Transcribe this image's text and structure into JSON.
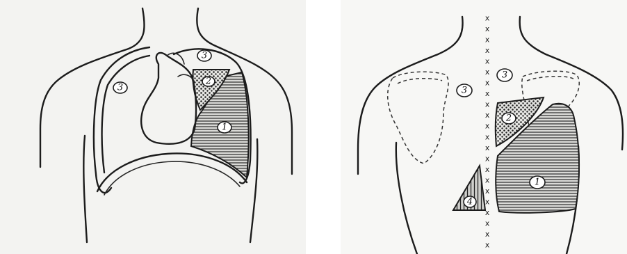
{
  "figure": {
    "left_panel": {
      "labels": [
        {
          "id": "left-lung-label",
          "text": "3"
        },
        {
          "id": "top-right-label",
          "text": "3"
        },
        {
          "id": "mid-label",
          "text": "2"
        },
        {
          "id": "lower-label",
          "text": "1"
        }
      ]
    },
    "right_panel": {
      "labels": [
        {
          "id": "scapula-left-label",
          "text": "3"
        },
        {
          "id": "upper-right-label",
          "text": "3"
        },
        {
          "id": "mid-label",
          "text": "2"
        },
        {
          "id": "lower-large-label",
          "text": "1"
        },
        {
          "id": "small-triangle-label",
          "text": "4"
        }
      ],
      "spine_mark": "x",
      "spine_mark_count": 22
    }
  },
  "colors": {
    "ink": "#1c1c1c",
    "paper_left": "#f3f3f1",
    "paper_right": "#f7f7f5"
  }
}
